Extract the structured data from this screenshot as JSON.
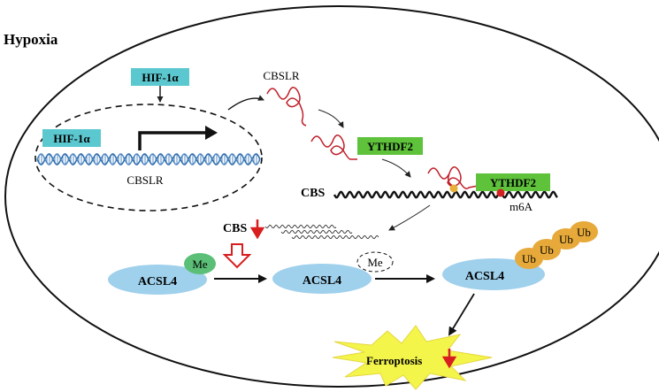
{
  "title": "Hypoxia",
  "nodes": {
    "hif_top": "HIF-1α",
    "hif_promoter": "HIF-1α",
    "cbslr_gene": "CBSLR",
    "cbslr_rna": "CBSLR",
    "ythdf2_a": "YTHDF2",
    "ythdf2_b": "YTHDF2",
    "cbs_mrna": "CBS",
    "m6a": "m6A",
    "cbs_protein": "CBS",
    "acsl4_1": "ACSL4",
    "me_1": "Me",
    "acsl4_2": "ACSL4",
    "me_2": "Me",
    "acsl4_3": "ACSL4",
    "ub_1": "Ub",
    "ub_2": "Ub",
    "ub_3": "Ub",
    "ub_4": "Ub",
    "ferroptosis": "Ferroptosis"
  },
  "colors": {
    "hif_box": "#5bc8d0",
    "ythdf2_box": "#5ec23b",
    "acsl4": "#9fd0ec",
    "me": "#5bbf77",
    "ub": "#e6a93a",
    "rna": "#c0202a",
    "dna": "#2f6fb0",
    "down_arrow": "#d81e1e",
    "burst": "#f3f54a"
  }
}
